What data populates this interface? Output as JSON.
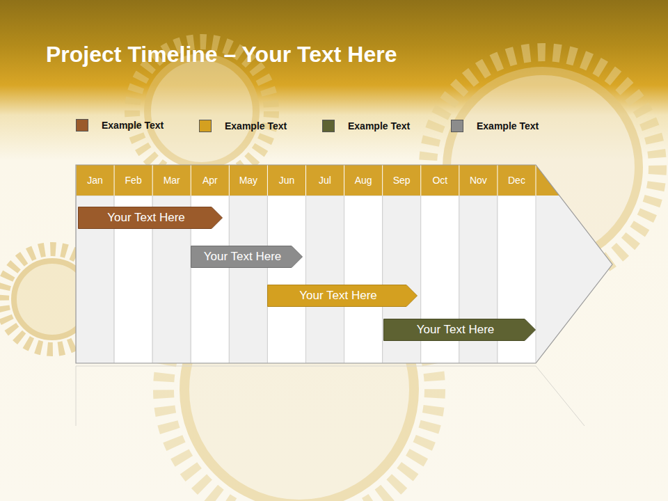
{
  "diagram": {
    "title": "Project Timeline – Your Text Here",
    "nodes": [
      {
        "text": [
          "Your Text Here"
        ]
      },
      {
        "text": [
          "Your Text Here"
        ]
      },
      {
        "text": [
          "Your Text Here"
        ]
      },
      {
        "text": [
          "Your Text Here"
        ]
      }
    ],
    "edges": [],
    "labels": [
      "Jan",
      "Feb",
      "Mar",
      "Apr",
      "May",
      "Jun",
      "Jul",
      "Aug",
      "Sep",
      "Oct",
      "Nov",
      "Dec"
    ],
    "legend": [
      {
        "text": "Example Text",
        "color": "#9b5b2b"
      },
      {
        "text": "Example Text",
        "color": "#d4a020"
      },
      {
        "text": "Example Text",
        "color": "#5e6232"
      },
      {
        "text": "Example Text",
        "color": "#8c8c8c"
      }
    ]
  }
}
